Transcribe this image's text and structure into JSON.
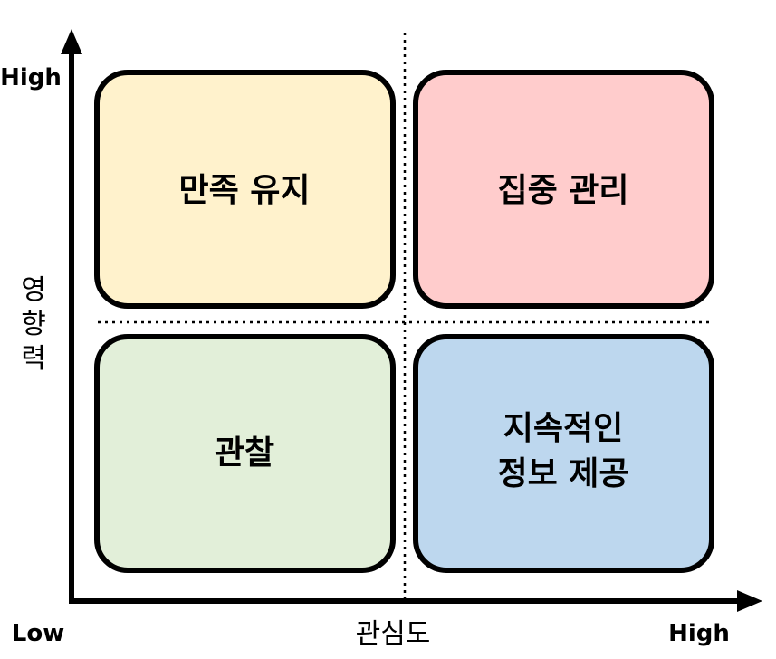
{
  "quadrants": {
    "top_left": {
      "label": "만족 유지",
      "color": "#fff2cc"
    },
    "top_right": {
      "label": "집중 관리",
      "color": "#ffcccc"
    },
    "bottom_left": {
      "label": "관찰",
      "color": "#e2efd9"
    },
    "bottom_right": {
      "line1": "지속적인",
      "line2": "정보 제공",
      "color": "#bdd7ee"
    }
  },
  "y_axis": {
    "high": "High",
    "title_chars": [
      "영",
      "향",
      "력"
    ]
  },
  "x_axis": {
    "low": "Low",
    "title": "관심도",
    "high": "High"
  },
  "colors": {
    "stroke": "#000000",
    "background": "#ffffff"
  }
}
